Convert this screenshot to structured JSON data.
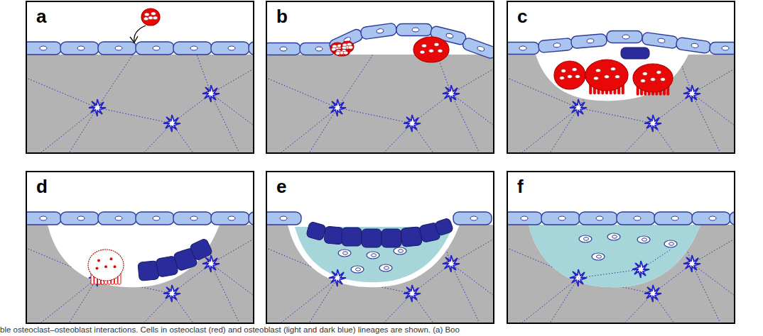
{
  "diagram": {
    "caption": "ble osteoclast–osteoblast interactions. Cells in osteoclast (red) and osteoblast (light and dark blue) lineages are shown. (a) Boo",
    "labels": [
      "a",
      "b",
      "c",
      "d",
      "e",
      "f"
    ]
  }
}
